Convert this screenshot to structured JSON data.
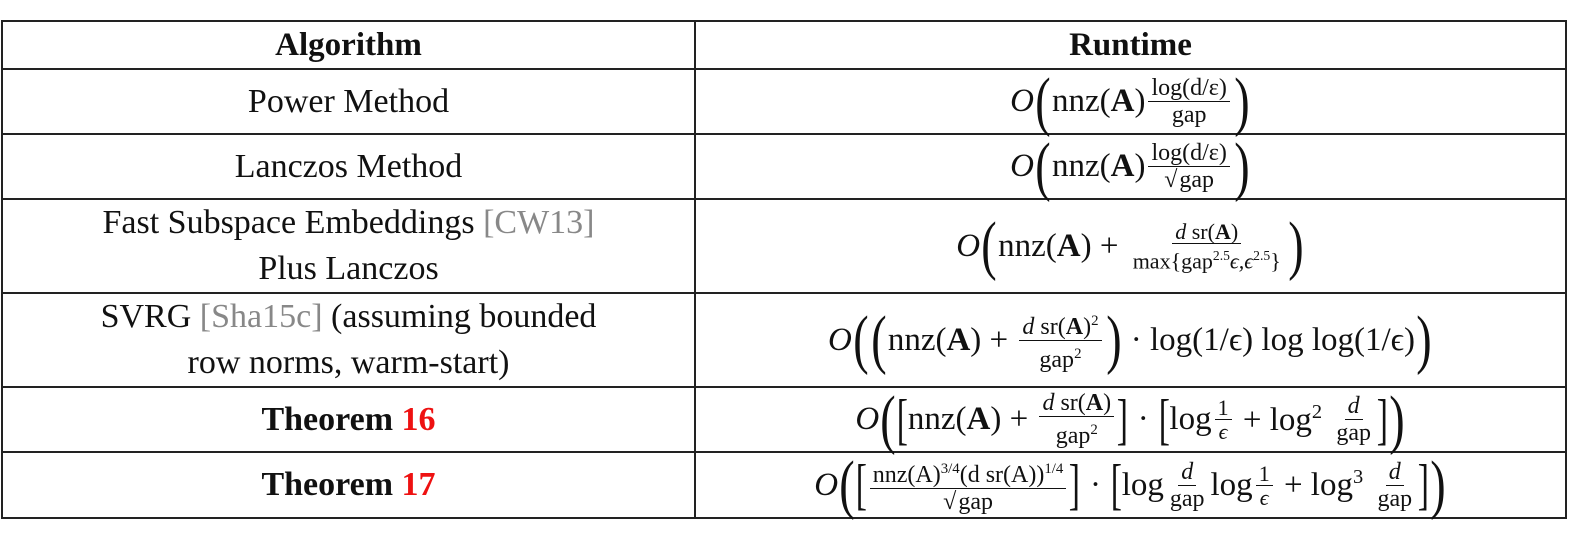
{
  "table": {
    "headers": {
      "algorithm": "Algorithm",
      "runtime": "Runtime"
    },
    "rows": [
      {
        "algorithm": "Power Method",
        "runtime": {
          "text": "O( nnz(A) log(d/ε) / gap )",
          "pre": "nnz(",
          "A": "A",
          "post": ")",
          "num": "log(d/ε)",
          "den": "gap"
        }
      },
      {
        "algorithm": "Lanczos Method",
        "runtime": {
          "text": "O( nnz(A) log(d/ε) / √gap )",
          "pre": "nnz(",
          "A": "A",
          "post": ")",
          "num": "log(d/ε)",
          "den": "gap"
        }
      },
      {
        "algorithm_line1": "Fast Subspace Embeddings",
        "cite": "CW13",
        "algorithm_line2": "Plus Lanczos",
        "runtime": {
          "text": "O( nnz(A) + d sr(A) / max{gap^2.5 ε, ε^2.5} )",
          "lhs": "nnz(A) +",
          "num": "d sr(A)",
          "den_pre": "max{gap",
          "den_exp1": "2.5",
          "den_mid": "ϵ,ϵ",
          "den_exp2": "2.5",
          "den_post": "}"
        }
      },
      {
        "algorithm_pre": "SVRG",
        "cite": "Sha15c",
        "algorithm_post": "(assuming bounded",
        "algorithm_line2": "row norms, warm-start)",
        "runtime": {
          "text": "O( ( nnz(A) + d sr(A)^2 / gap^2 ) · log(1/ε) log log(1/ε) )",
          "lhs": "nnz(A) +",
          "num": "d sr(A)",
          "num_exp": "2",
          "den": "gap",
          "den_exp": "2",
          "tail": "· log(1/ϵ) log log(1/ϵ)"
        }
      },
      {
        "algorithm": "Theorem",
        "ref": "16",
        "runtime": {
          "text": "O( [ nnz(A) + d sr(A) / gap^2 ] · [ log 1/ε + log^2 d/gap ] )",
          "lhs": "nnz(A) +",
          "num": "d sr(A)",
          "den": "gap",
          "den_exp": "2",
          "dot": "·",
          "log1": "log",
          "one": "1",
          "eps": "ϵ",
          "plus": "+ log",
          "exp2": "2",
          "d": "d",
          "gap": "gap"
        }
      },
      {
        "algorithm": "Theorem",
        "ref": "17",
        "runtime": {
          "text": "O( [ nnz(A)^{3/4} (d sr(A))^{1/4} / √gap ] · [ log d/gap log 1/ε + log^3 d/gap ] )",
          "num_a": "nnz(A)",
          "exp_a": "3/4",
          "num_b": "(d sr(A))",
          "exp_b": "1/4",
          "den": "gap",
          "dot": "·",
          "log": "log",
          "d": "d",
          "gap": "gap",
          "one": "1",
          "eps": "ϵ",
          "plus": "+ log",
          "exp3": "3"
        }
      }
    ]
  },
  "colors": {
    "citation": "#888888",
    "theorem_ref": "#ee1111",
    "border": "#222222"
  }
}
